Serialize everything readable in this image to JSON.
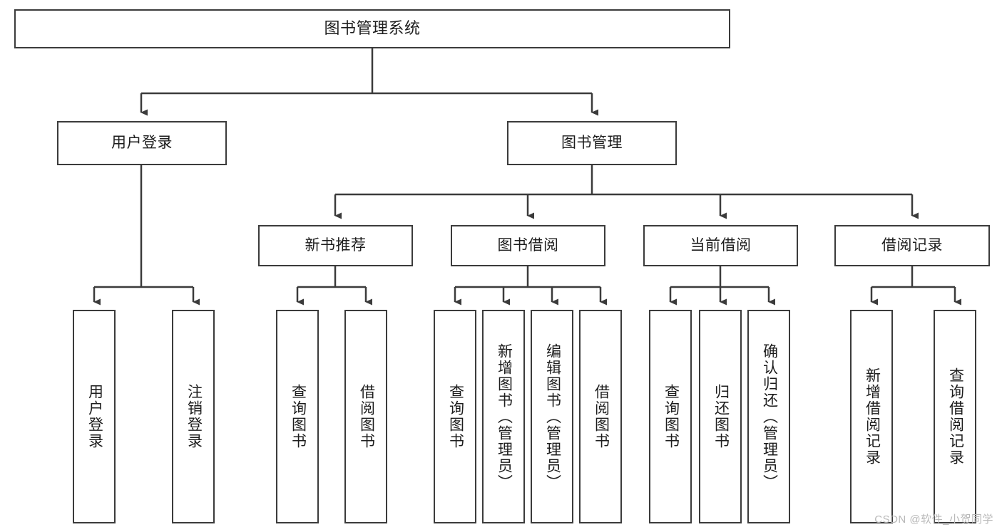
{
  "diagram": {
    "type": "tree-hierarchy-diagram",
    "title": "图书管理系统",
    "watermark": "CSDN @软件_小贺同学",
    "colors": {
      "box_border": "#3b3b3b",
      "box_fill": "#ffffff",
      "connector": "#3b3b3b",
      "text": "#1d1d1d",
      "watermark": "#b8b8b8",
      "background": "#ffffff"
    },
    "nodes": {
      "root": {
        "label": "图书管理系统"
      },
      "level2": [
        {
          "id": "user-login",
          "label": "用户登录"
        },
        {
          "id": "book-manage",
          "label": "图书管理"
        }
      ],
      "level3": [
        {
          "id": "new-book-recommend",
          "label": "新书推荐"
        },
        {
          "id": "book-borrow",
          "label": "图书借阅"
        },
        {
          "id": "current-borrow",
          "label": "当前借阅"
        },
        {
          "id": "borrow-record",
          "label": "借阅记录"
        }
      ],
      "leaves": {
        "user-login": [
          {
            "id": "leaf-user-login",
            "label": "用户登录"
          },
          {
            "id": "leaf-logout-login",
            "label": "注销登录"
          }
        ],
        "new-book-recommend": [
          {
            "id": "leaf-query-book-1",
            "label": "查询图书"
          },
          {
            "id": "leaf-borrow-book-1",
            "label": "借阅图书"
          }
        ],
        "book-borrow": [
          {
            "id": "leaf-query-book-2",
            "label": "查询图书"
          },
          {
            "id": "leaf-add-book",
            "label": "新增图书（管理员）"
          },
          {
            "id": "leaf-edit-book",
            "label": "编辑图书（管理员）"
          },
          {
            "id": "leaf-borrow-book-2",
            "label": "借阅图书"
          }
        ],
        "current-borrow": [
          {
            "id": "leaf-query-book-3",
            "label": "查询图书"
          },
          {
            "id": "leaf-return-book",
            "label": "归还图书"
          },
          {
            "id": "leaf-confirm-return",
            "label": "确认归还（管理员）"
          }
        ],
        "borrow-record": [
          {
            "id": "leaf-add-record",
            "label": "新增借阅记录"
          },
          {
            "id": "leaf-query-record",
            "label": "查询借阅记录"
          }
        ]
      }
    }
  }
}
